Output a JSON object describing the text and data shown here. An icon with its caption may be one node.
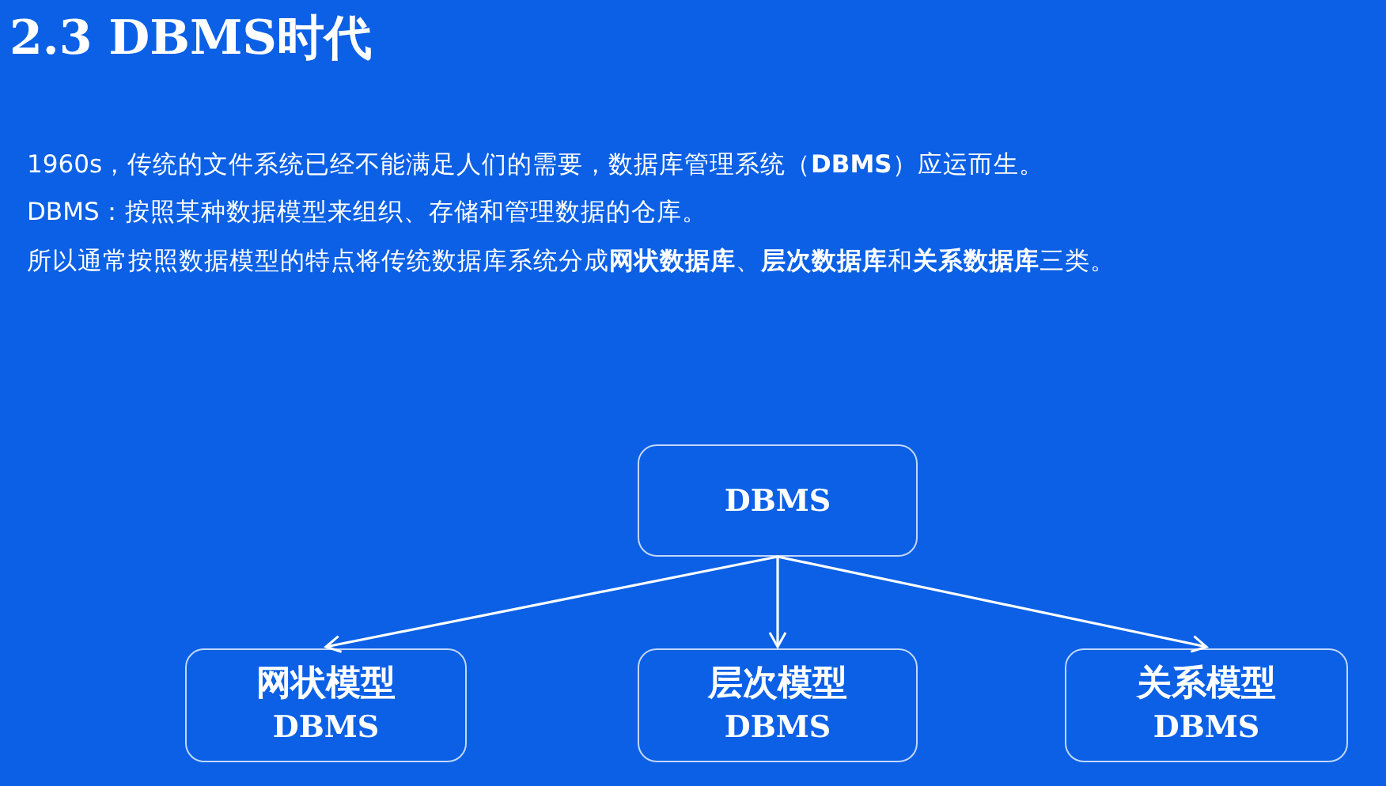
{
  "diagram": {
    "title": "2.3 DBMS时代",
    "nodes": [
      {
        "text": [
          "DBMS"
        ]
      },
      {
        "text": [
          "网状模型",
          "DBMS"
        ]
      },
      {
        "text": [
          "层次模型",
          "DBMS"
        ]
      },
      {
        "text": [
          "关系模型",
          "DBMS"
        ]
      }
    ],
    "edges": [
      {
        "from": 0,
        "to": 1,
        "arrow": "to"
      },
      {
        "from": 0,
        "to": 2,
        "arrow": "to"
      },
      {
        "from": 0,
        "to": 3,
        "arrow": "to"
      }
    ],
    "labels": [
      "1960s，传统的文件系统已经不能满足人们的需要，数据库管理系统（**DBMS**）应运而生。",
      "DBMS：按照某种数据模型来组织、存储和管理数据的仓库。",
      "所以通常按照数据模型的特点将传统数据库系统分成**网状数据库**、**层次数据库**和**关系数据库**三类。"
    ]
  }
}
